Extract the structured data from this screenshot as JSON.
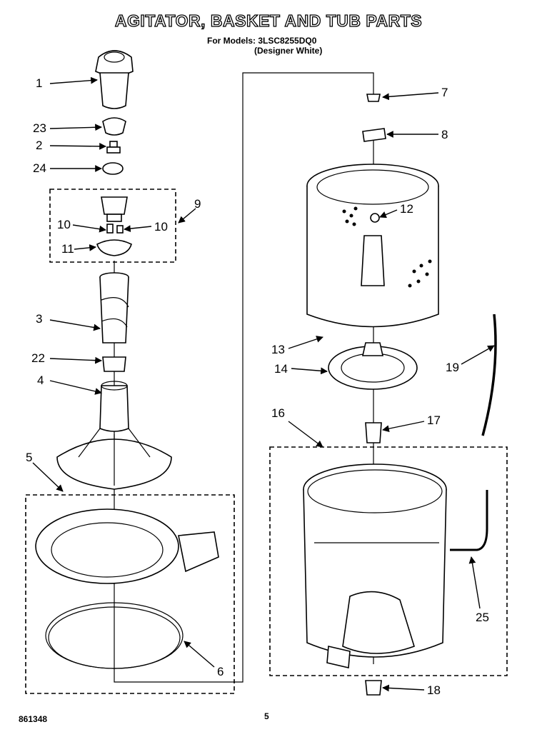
{
  "title": "AGITATOR, BASKET AND TUB PARTS",
  "for_models": "For Models: 3LSC8255DQ0",
  "variant": "(Designer White)",
  "diagram_code": "861348",
  "page_number": "5",
  "callouts": [
    "1",
    "23",
    "2",
    "24",
    "9",
    "10",
    "10",
    "11",
    "3",
    "22",
    "4",
    "5",
    "6",
    "7",
    "8",
    "12",
    "13",
    "14",
    "19",
    "16",
    "17",
    "25",
    "18"
  ]
}
